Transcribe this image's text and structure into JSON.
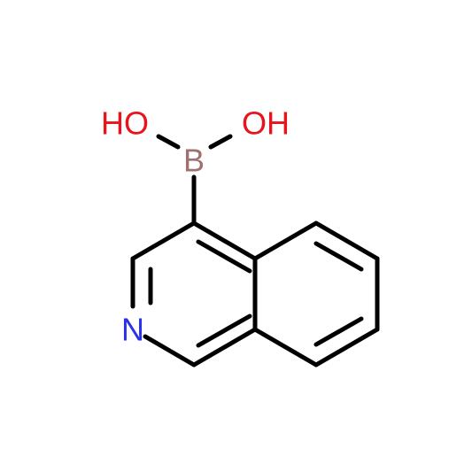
{
  "molecule": {
    "atoms": {
      "oh_left": {
        "label": "HO",
        "color": "#e8131b"
      },
      "oh_right": {
        "label": "OH",
        "color": "#e8131b"
      },
      "boron": {
        "label": "B",
        "color": "#a07070"
      },
      "nitrogen": {
        "label": "N",
        "color": "#2a31e8"
      }
    },
    "bond_color": "#000000"
  }
}
